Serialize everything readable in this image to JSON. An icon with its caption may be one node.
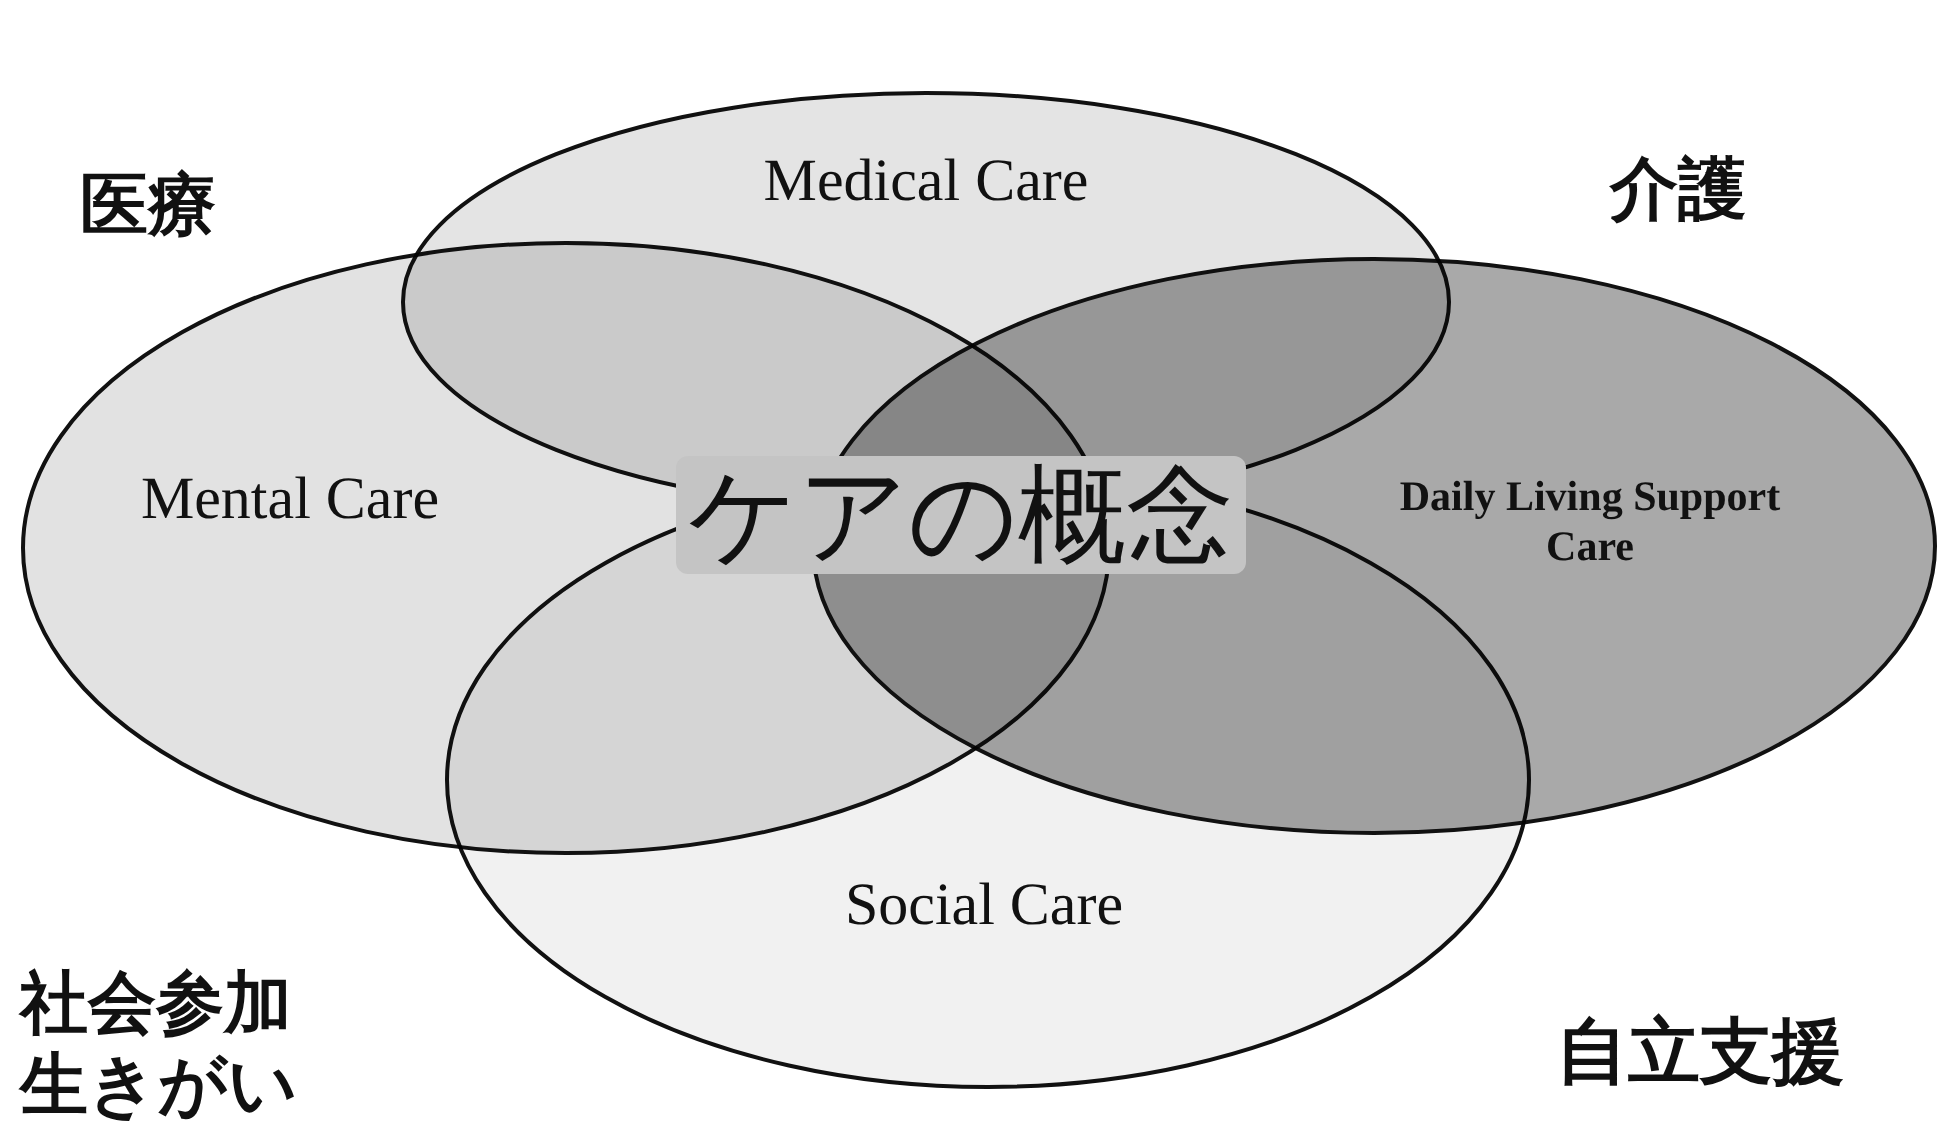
{
  "diagram": {
    "nodes": [
      {
        "text": [
          "Medical Care"
        ]
      },
      {
        "text": [
          "Mental Care"
        ]
      },
      {
        "text": [
          "Daily Living Support Care"
        ]
      },
      {
        "text": [
          "Social Care"
        ]
      }
    ],
    "labels": [
      "医療",
      "介護",
      "ケアの概念",
      "社会参加生きがい",
      "自立支援"
    ]
  }
}
